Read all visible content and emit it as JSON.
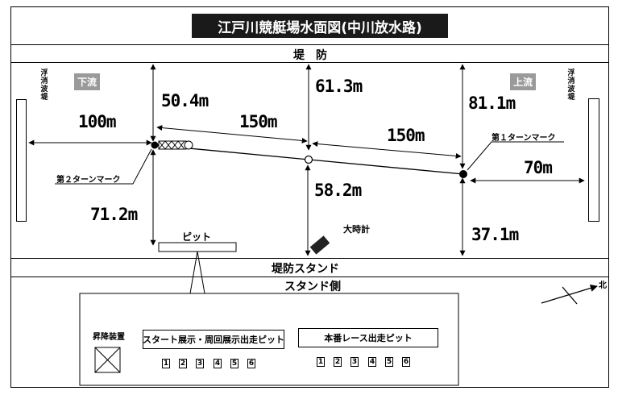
{
  "title": "江戸川競艇場水面図(中川放水路)",
  "embankment_label": "堤　防",
  "stand_band_label": "堤防スタンド",
  "stand_side_label": "スタンド側",
  "downstream_tag": "下流",
  "upstream_tag": "上流",
  "buoy_left_label": "浮消波堤",
  "buoy_right_label": "浮消波堤",
  "turn_mark_1_label": "第１ターンマーク",
  "turn_mark_2_label": "第２ターンマーク",
  "pit_label": "ピット",
  "clock_label": "大時計",
  "north_label": "北",
  "distances": {
    "left_to_mark2": "100m",
    "mark2_to_center": "150m",
    "center_to_mark1": "150m",
    "mark1_to_right": "70m",
    "mark2_to_embankment": "50.4m",
    "center_to_embankment": "61.3m",
    "mark1_to_embankment": "81.1m",
    "mark2_to_stand": "71.2m",
    "center_to_stand": "58.2m",
    "mark1_to_stand": "37.1m"
  },
  "facility": {
    "lift_label": "昇降装置",
    "practice_pit_label": "スタート展示・周回展示出走ピット",
    "race_pit_label": "本番レース出走ピット",
    "practice_pit_numbers": [
      "1",
      "2",
      "3",
      "4",
      "5",
      "6"
    ],
    "race_pit_numbers": [
      "1",
      "2",
      "3",
      "4",
      "5",
      "6"
    ]
  }
}
